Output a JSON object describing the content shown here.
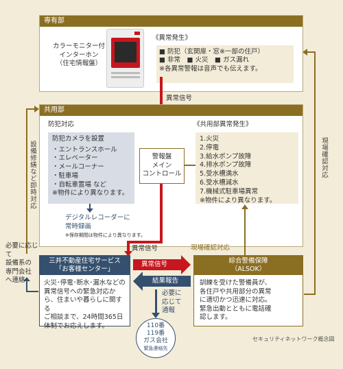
{
  "private": {
    "header": "専有部",
    "device_label": [
      "カラーモニター付",
      "インターホン",
      "（住宅情報盤）"
    ],
    "alarm_title": "《異常発生》",
    "alarm_lines": [
      "■ 防犯（玄関扉・窓※一部の住戸）",
      "■ 非常　■ 火災　■ ガス漏れ"
    ],
    "alarm_note": "※各異常警報は音声でも伝えます。"
  },
  "signal_top": "異常信号",
  "common": {
    "header": "共用部",
    "crime_title": "防犯対応",
    "camera_title": "防犯カメラを設置",
    "camera_items": [
      "・エントランスホール",
      "・エレベーター",
      "・メールコーナー",
      "・駐車場",
      "・自転車置場 など"
    ],
    "camera_note": "※物件により異なります。",
    "recorder_label": [
      "デジタルレコーダーに",
      "常時録画"
    ],
    "recorder_note": "※保存期間は物件により異なります。",
    "control_label": [
      "警報盤",
      "メイン",
      "コントロール"
    ],
    "alarm_title": "《共用部異常発生》",
    "alarm_items": [
      "1.火災",
      "2.停電",
      "3.給水ポンプ故障",
      "4.排水ポンプ故障",
      "5.受水槽満水",
      "6.受水槽減水",
      "7.機械式駐車場異常"
    ],
    "alarm_note": "※物件により異なります。"
  },
  "left_vertical": "設備修繕など即時対応",
  "right_vertical": "現場確認対応",
  "signal_mid": "異常信号",
  "onsite_label": "現場確認対応",
  "left_note": [
    "必要に応じて",
    "設備系の",
    "専門会社",
    "へ連絡"
  ],
  "mitsui": {
    "title": [
      "三井不動産住宅サービス",
      "「お客様センター」"
    ],
    "body": [
      "火災･停電･断水･漏水などの",
      "異常信号への緊急対応か",
      "ら、住まいや暮らしに関する",
      "ご相談まで、24時間365日",
      "体制でお応えします。"
    ]
  },
  "alsok": {
    "title": [
      "綜合警備保障",
      "（ALSOK）"
    ],
    "body": [
      "訓練を受けた警備員が、",
      "各住戸や共用部分の異常",
      "に適切かつ迅速に対応。",
      "緊急出動とともに電話確",
      "認します。"
    ]
  },
  "arrow_signal": "異常信号",
  "arrow_report": "結果報告",
  "notify_label": [
    "必要に",
    "応じて",
    "通報"
  ],
  "emergency": [
    "110番",
    "119番",
    "ガス会社"
  ],
  "emergency_note": "緊急連絡先",
  "caption": "セキュリティネットワーク概念図",
  "colors": {
    "brown": "#8a6e22",
    "navy": "#35506e",
    "red": "#c7161e",
    "cream": "#f3ecd8"
  }
}
